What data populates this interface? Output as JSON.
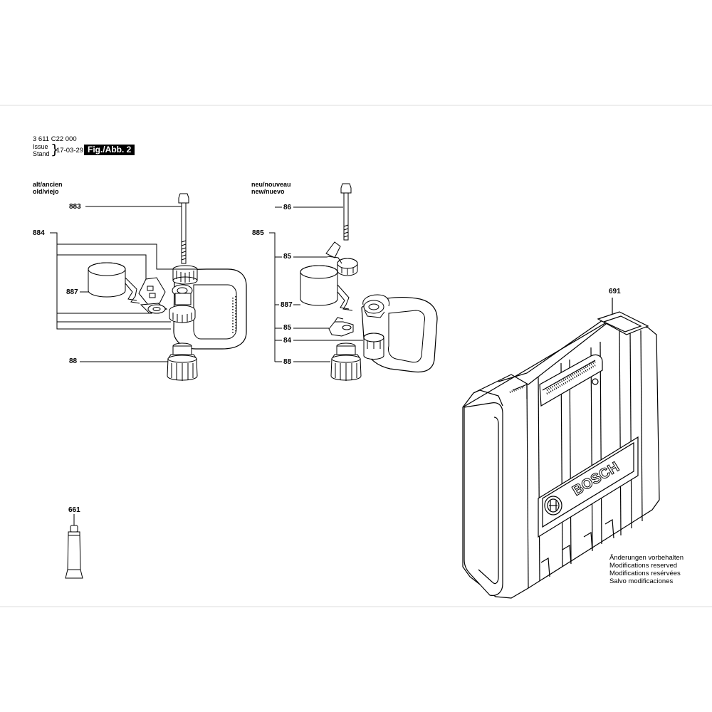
{
  "header": {
    "doc_number": "3 611 C22 000",
    "issue_label": "Issue",
    "stand_label": "Stand",
    "issue_date": "17-03-29",
    "figure_label": "Fig./Abb. 2"
  },
  "old_section": {
    "label_line1": "alt/ancien",
    "label_line2": "old/viejo",
    "parts": [
      "883",
      "884",
      "887",
      "88"
    ]
  },
  "new_section": {
    "label_line1": "neu/nouveau",
    "label_line2": "new/nuevo",
    "parts": [
      "86",
      "885",
      "85",
      "887",
      "85",
      "84",
      "88"
    ]
  },
  "case": {
    "part": "691",
    "brand": "BOSCH"
  },
  "tube": {
    "part": "661"
  },
  "notice": [
    "Änderungen vorbehalten",
    "Modifications reserved",
    "Modifications resérvées",
    "Salvo modificaciones"
  ]
}
